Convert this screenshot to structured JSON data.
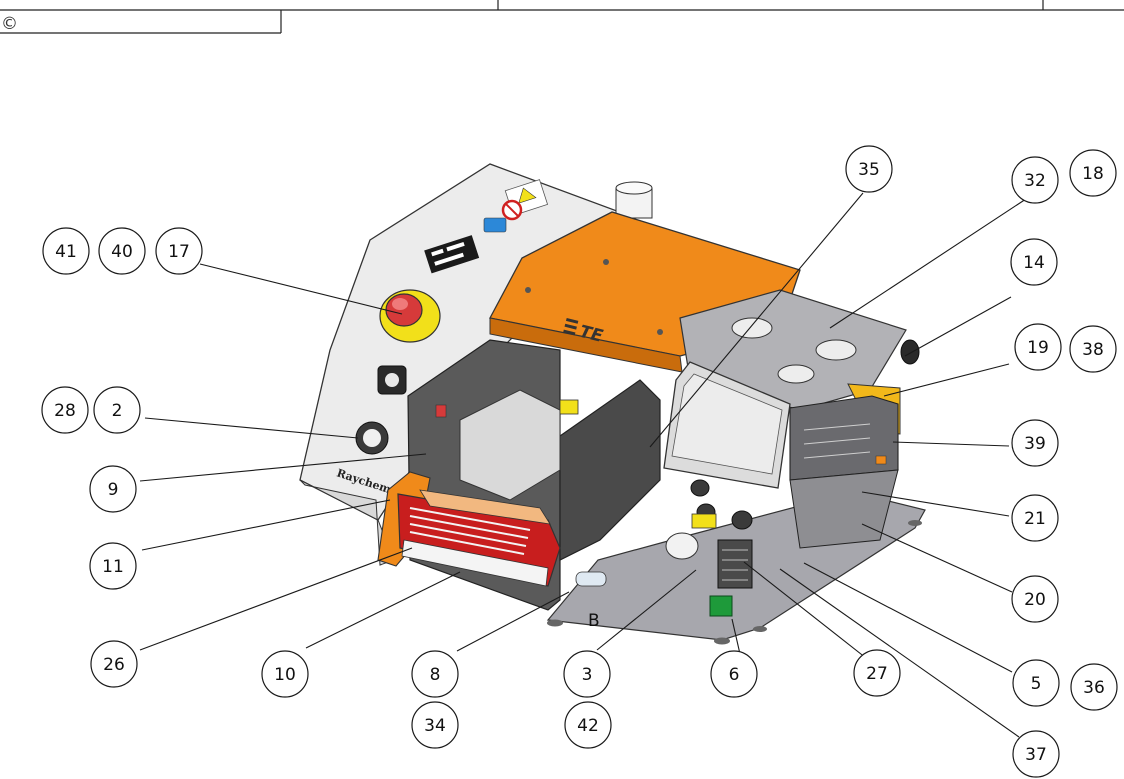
{
  "header": {
    "copyright_symbol": "©"
  },
  "callouts": [
    {
      "id": "c35",
      "label": "35"
    },
    {
      "id": "c32",
      "label": "32"
    },
    {
      "id": "c18",
      "label": "18"
    },
    {
      "id": "c14",
      "label": "14"
    },
    {
      "id": "c19",
      "label": "19"
    },
    {
      "id": "c38",
      "label": "38"
    },
    {
      "id": "c39",
      "label": "39"
    },
    {
      "id": "c21",
      "label": "21"
    },
    {
      "id": "c20",
      "label": "20"
    },
    {
      "id": "c36",
      "label": "36"
    },
    {
      "id": "c5",
      "label": "5"
    },
    {
      "id": "c37",
      "label": "37"
    },
    {
      "id": "c27",
      "label": "27"
    },
    {
      "id": "c6",
      "label": "6"
    },
    {
      "id": "c3",
      "label": "3"
    },
    {
      "id": "c42",
      "label": "42"
    },
    {
      "id": "c8",
      "label": "8"
    },
    {
      "id": "c34",
      "label": "34"
    },
    {
      "id": "c10",
      "label": "10"
    },
    {
      "id": "c26",
      "label": "26"
    },
    {
      "id": "c11",
      "label": "11"
    },
    {
      "id": "c9",
      "label": "9"
    },
    {
      "id": "c28",
      "label": "28"
    },
    {
      "id": "c2",
      "label": "2"
    },
    {
      "id": "c41",
      "label": "41"
    },
    {
      "id": "c40",
      "label": "40"
    },
    {
      "id": "c17",
      "label": "17"
    }
  ],
  "annotations": {
    "section_marker": "B"
  },
  "machine": {
    "brand_logo_text": "TE",
    "side_text": "Raychem"
  },
  "colors": {
    "cover_orange": "#f08a1a",
    "body_grey": "#ececec",
    "frame_dark": "#4a4a4a",
    "estop_red": "#d63a3a",
    "estop_yellow": "#f2e01a",
    "head_red": "#c81e1e",
    "screen_grey": "#dcdcdc",
    "terminal_green": "#1e9a3a",
    "plate_grey": "#a7a7ad"
  }
}
